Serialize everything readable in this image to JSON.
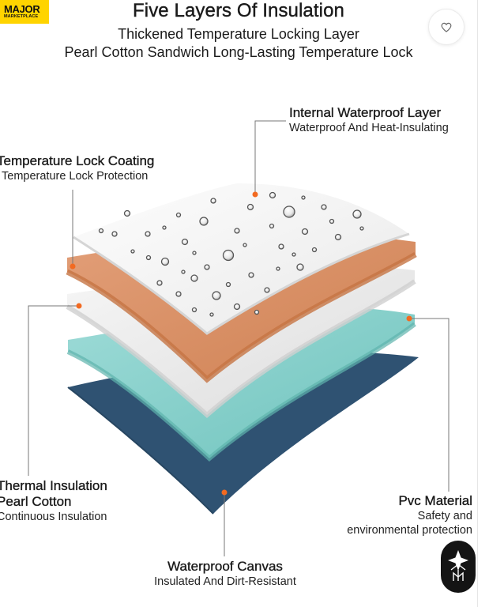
{
  "header": {
    "title": "Five Layers Of Insulation",
    "subtitle_line1": "Thickened Temperature Locking Layer",
    "subtitle_line2": "Pearl Cotton Sandwich Long-Lasting Temperature Lock"
  },
  "logo": {
    "line1": "MAJOR",
    "line2": "MARKETPLACE"
  },
  "layers": {
    "internal_waterproof": {
      "title": "Internal Waterproof Layer",
      "desc": "Waterproof And Heat-Insulating"
    },
    "temperature_lock": {
      "title": "Temperature Lock Coating",
      "desc": "Temperature Lock Protection"
    },
    "thermal_insulation": {
      "title_line1": "Thermal Insulation",
      "title_line2": "Pearl Cotton",
      "desc": "Continuous Insulation"
    },
    "pvc_material": {
      "title": "Pvc Material",
      "desc_line1": "Safety and",
      "desc_line2": "environmental protection"
    },
    "waterproof_canvas": {
      "title": "Waterproof Canvas",
      "desc": "Insulated And Dirt-Resistant"
    }
  },
  "colors": {
    "accent": "#f26a21",
    "top_layer": "#f4f4f4",
    "copper_layer": "#de9466",
    "white_layer": "#ececec",
    "teal_layer": "#86d2cd",
    "navy_layer": "#2f5272",
    "brand_yellow": "#ffd400"
  },
  "icons": {
    "wishlist": "heart-icon",
    "floating_badge": "brand-mark-icon"
  }
}
